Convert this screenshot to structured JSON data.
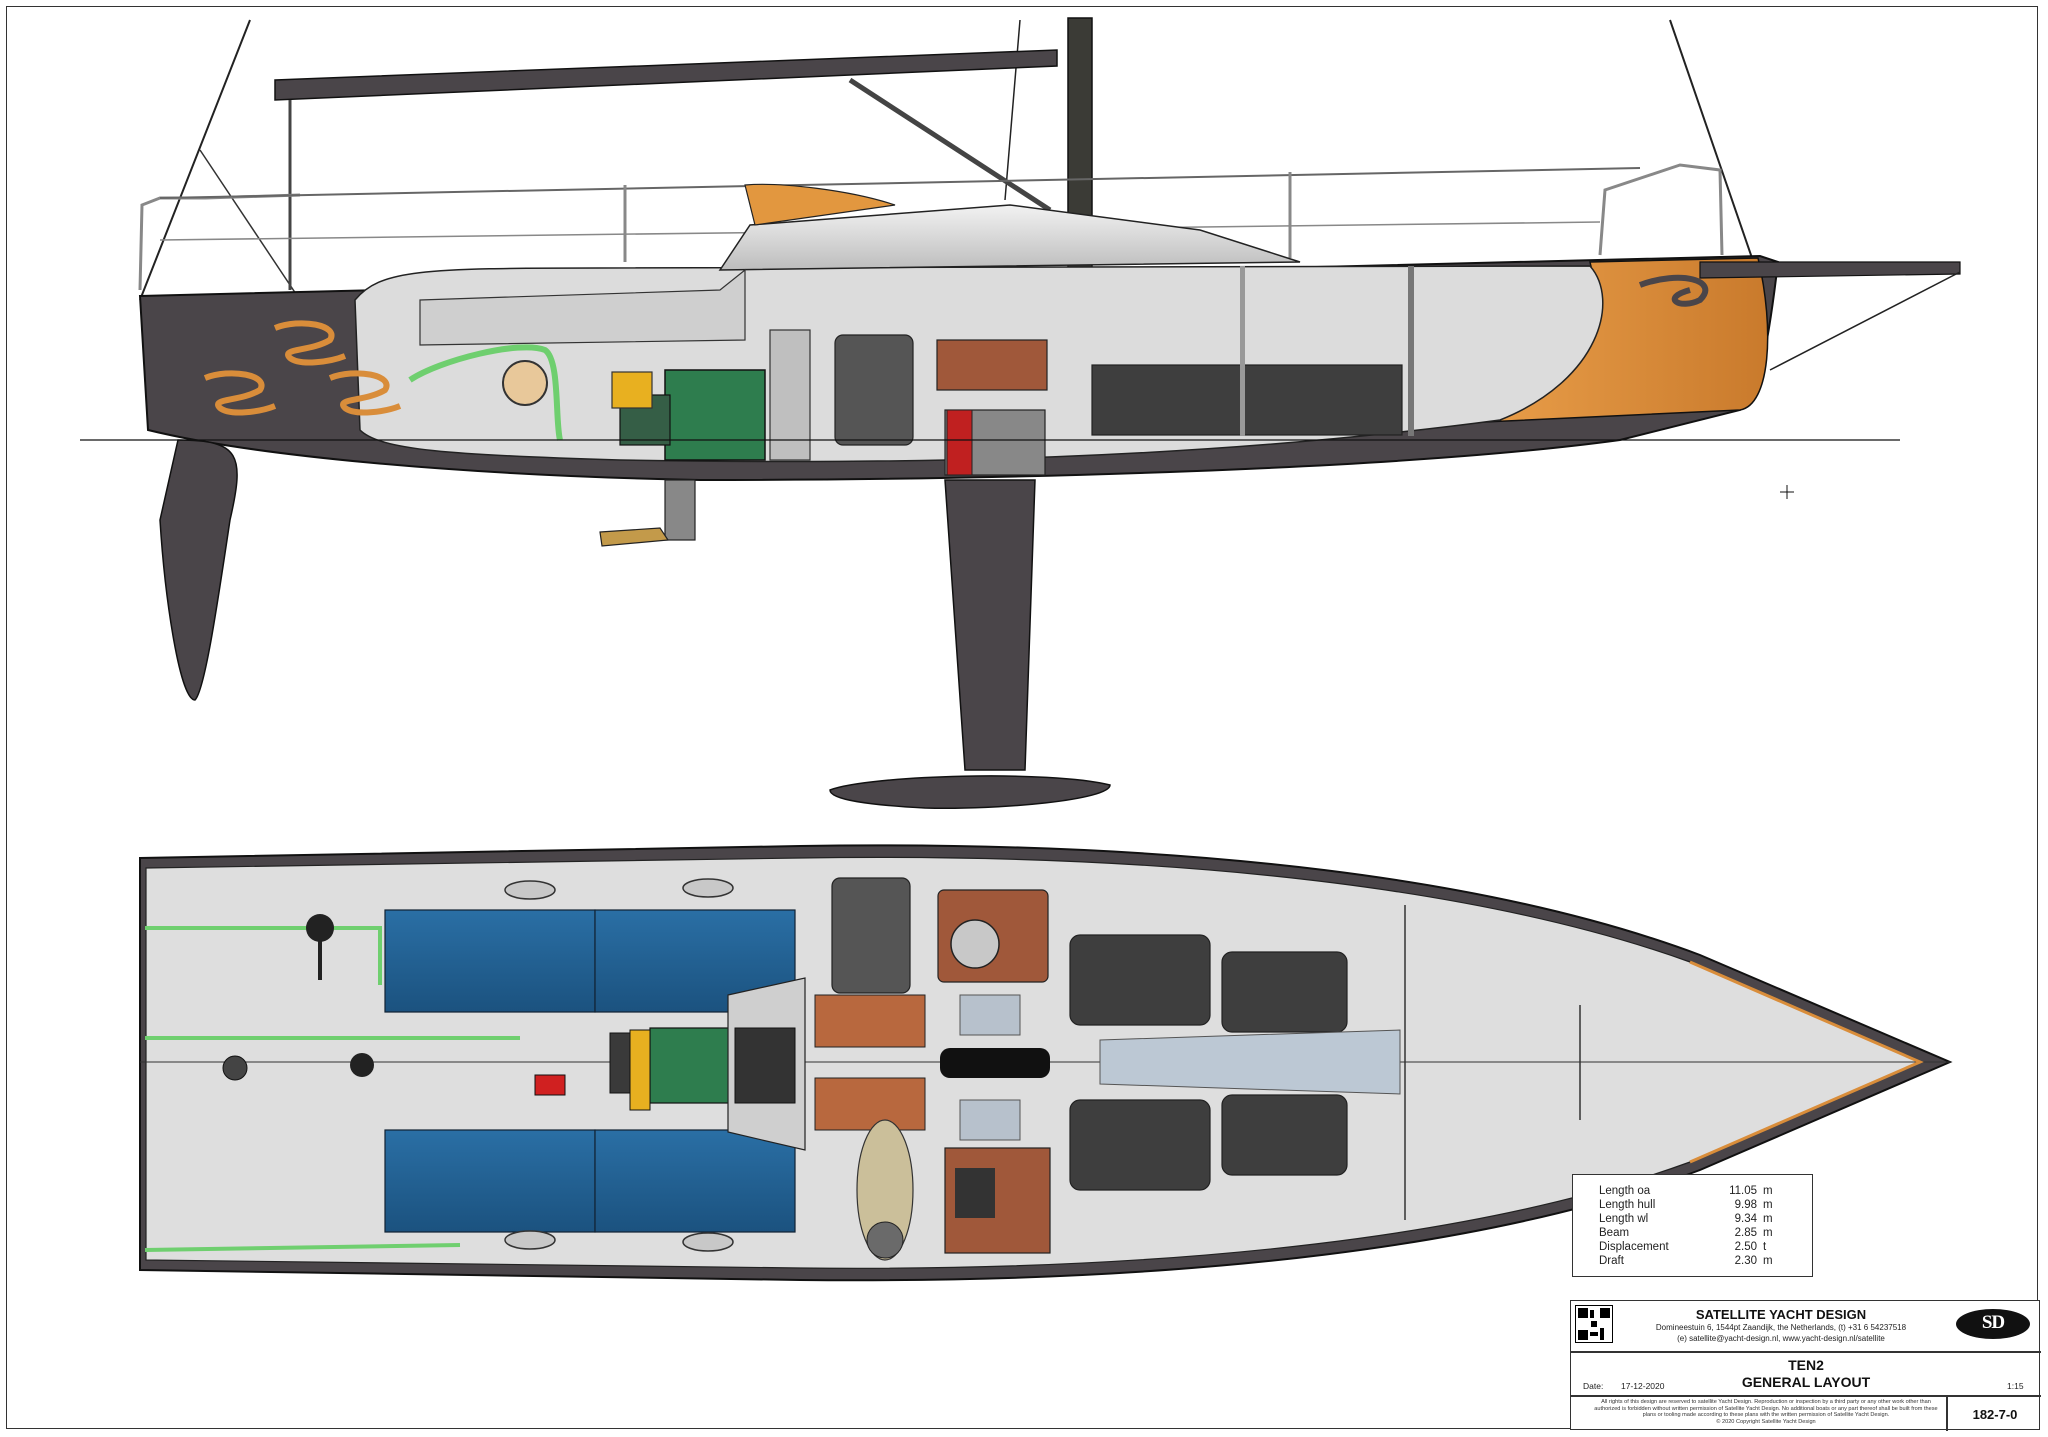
{
  "drawing": {
    "views": [
      "side-profile-cutaway",
      "deck-plan-interior"
    ],
    "colors": {
      "hull": "#4a4549",
      "hull_dark": "#3a363a",
      "deck": "#d8d8d8",
      "interior_light": "#e6e6e6",
      "accent_orange": "#d98d3a",
      "cushion_blue": "#1f5c8c",
      "engine_green": "#2e7d4e",
      "hose_green": "#6fcf6f",
      "wood": "#a0583a",
      "teak": "#b8683e",
      "seat_grey": "#555555",
      "line": "#222222"
    }
  },
  "specs": {
    "rows": [
      {
        "label": "Length oa",
        "value": "11.05",
        "unit": "m"
      },
      {
        "label": "Length hull",
        "value": "9.98",
        "unit": "m"
      },
      {
        "label": "Length wl",
        "value": "9.34",
        "unit": "m"
      },
      {
        "label": "Beam",
        "value": "2.85",
        "unit": "m"
      },
      {
        "label": "Displacement",
        "value": "2.50",
        "unit": "t"
      },
      {
        "label": "Draft",
        "value": "2.30",
        "unit": "m"
      }
    ]
  },
  "title_block": {
    "company": "SATELLITE YACHT DESIGN",
    "address_line1": "Domineestuin 6, 1544pt  Zaandijk, the Netherlands,  (t) +31 6 54237518",
    "address_line2": "(e) satellite@yacht-design.nl,  www.yacht-design.nl/satellite",
    "logo_text": "SD",
    "project": "TEN2",
    "title": "GENERAL LAYOUT",
    "date_label": "Date:",
    "date_value": "17-12-2020",
    "scale": "1:15",
    "legal": "All rights of this design are reserved to satellite Yacht Design. Reproduction or inspection by a third party or any other work other than authorized is forbidden without written permission of Satellite Yacht Design. No additional boats or any part thereof shall be built from these plans or tooling made according to these plans with the written permission of Satellite Yacht Design.",
    "copyright": "© 2020 Copyright Satellite Yacht Design",
    "drawing_number": "182-7-0"
  }
}
